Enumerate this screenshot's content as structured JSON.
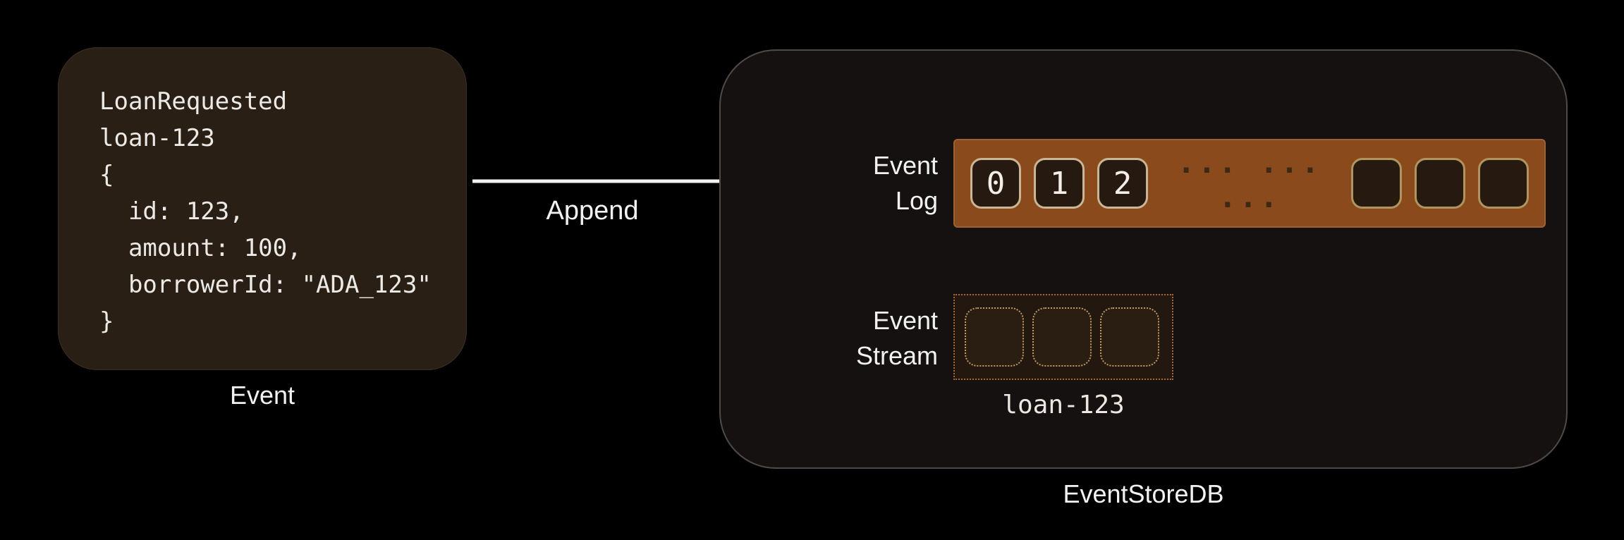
{
  "event_card": {
    "payload": "LoanRequested\nloan-123\n{\n  id: 123,\n  amount: 100,\n  borrowerId: \"ADA_123\"\n}",
    "caption": "Event"
  },
  "arrow": {
    "label": "Append"
  },
  "eventstore": {
    "caption": "EventStoreDB",
    "event_log": {
      "label": [
        "Event",
        "Log"
      ],
      "cells": [
        "0",
        "1",
        "2"
      ],
      "dots": "... ... ...",
      "empty_cell_count": 3
    },
    "event_stream": {
      "label": [
        "Event",
        "Stream"
      ],
      "stream_name": "loan-123",
      "empty_cell_count": 3
    }
  },
  "colors": {
    "background": "#000000",
    "event_card_bg": "#2a1f15",
    "store_bg": "#151110",
    "store_border": "#4f4a45",
    "log_bar_bg": "#8a4a1c",
    "log_cell_bg": "#261a10",
    "log_cell_border": "#c9b697",
    "dots": "#3c2817",
    "stream_border": "#a8672e",
    "arrow": "#f2f2f2",
    "text": "#f2f2f2"
  }
}
